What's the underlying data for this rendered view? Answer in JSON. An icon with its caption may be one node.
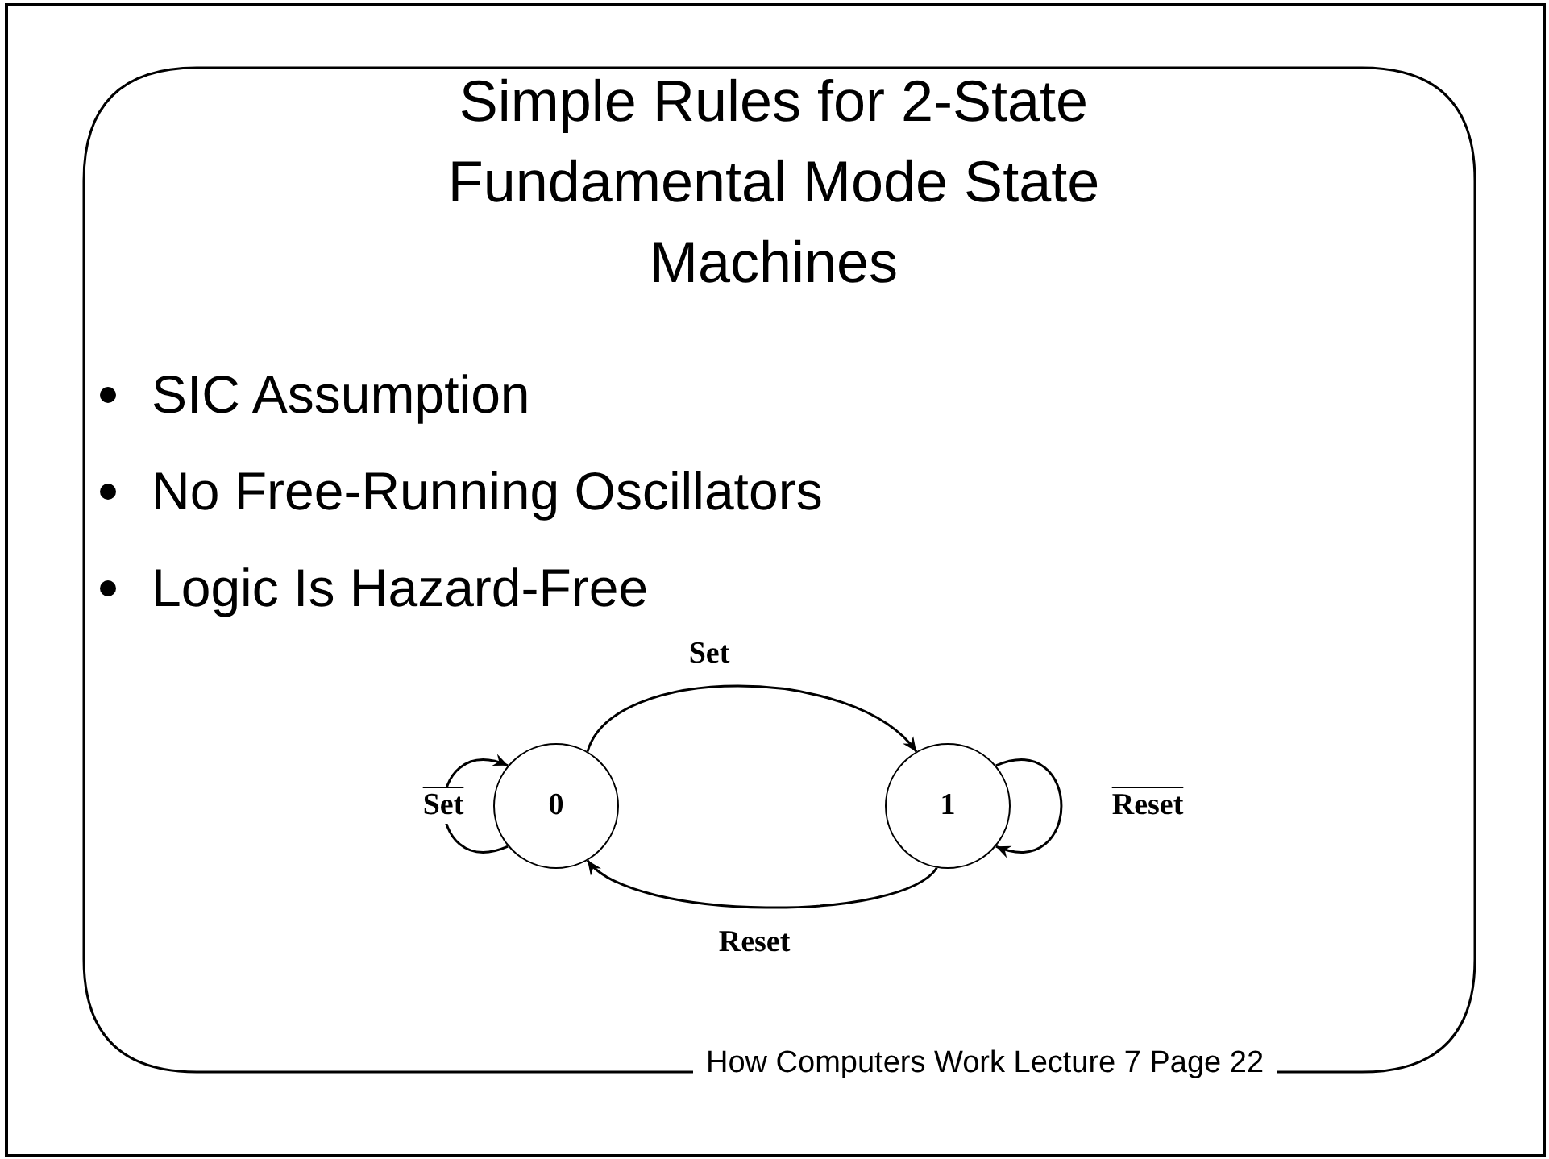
{
  "diagram": {
    "title": "Simple Rules for 2-State Fundamental Mode State Machines",
    "nodes": [
      {
        "text": [
          "0"
        ]
      },
      {
        "text": [
          "1"
        ]
      }
    ],
    "edges": [
      {
        "from": 0,
        "to": 1,
        "arrow": "to",
        "label": "Set"
      },
      {
        "from": 1,
        "to": 0,
        "arrow": "to",
        "label": "Reset"
      },
      {
        "from": 0,
        "to": 0,
        "arrow": "to",
        "label": "Set"
      },
      {
        "from": 1,
        "to": 1,
        "arrow": "to",
        "label": "Reset"
      }
    ],
    "labels": [
      "SIC Assumption",
      "No Free-Running Oscillators",
      "Logic Is Hazard-Free",
      "How Computers Work Lecture 7 Page 22"
    ]
  }
}
